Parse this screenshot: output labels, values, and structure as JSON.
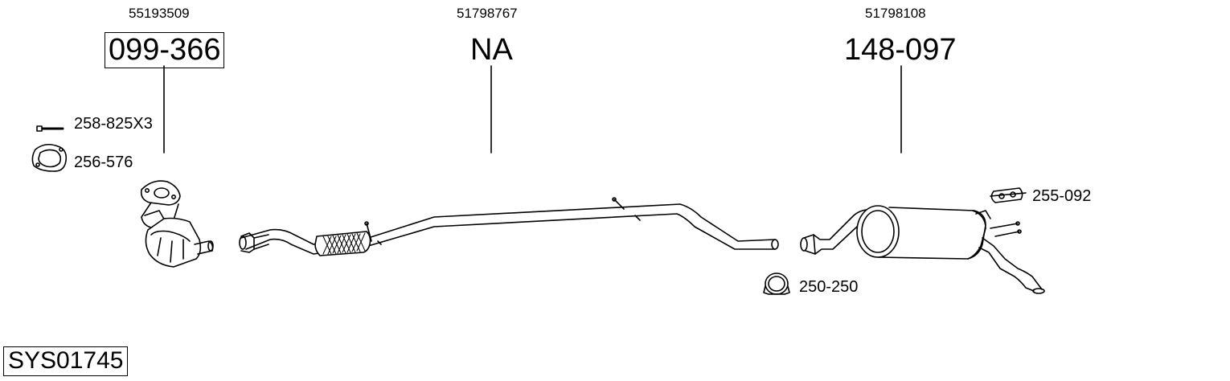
{
  "sections": [
    {
      "oe_number": "55193509",
      "part_number": "099-366"
    },
    {
      "oe_number": "51798767",
      "part_number": "NA"
    },
    {
      "oe_number": "51798108",
      "part_number": "148-097"
    }
  ],
  "accessories": [
    {
      "part_number": "258-825X3"
    },
    {
      "part_number": "256-576"
    },
    {
      "part_number": "255-092"
    },
    {
      "part_number": "250-250"
    }
  ],
  "system_code": "SYS01745"
}
